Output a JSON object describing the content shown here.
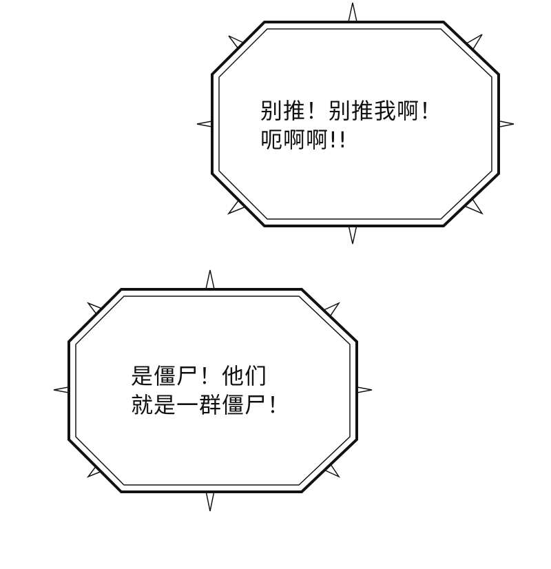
{
  "panel": {
    "background": "#ffffff",
    "ink_color": "#111111"
  },
  "bubbles": [
    {
      "shape": "octagon-spiked",
      "lines": [
        "别推！别推我啊！",
        "呃啊啊!!"
      ]
    },
    {
      "shape": "octagon-spiked",
      "lines": [
        "是僵尸！他们",
        "就是一群僵尸！"
      ]
    }
  ]
}
